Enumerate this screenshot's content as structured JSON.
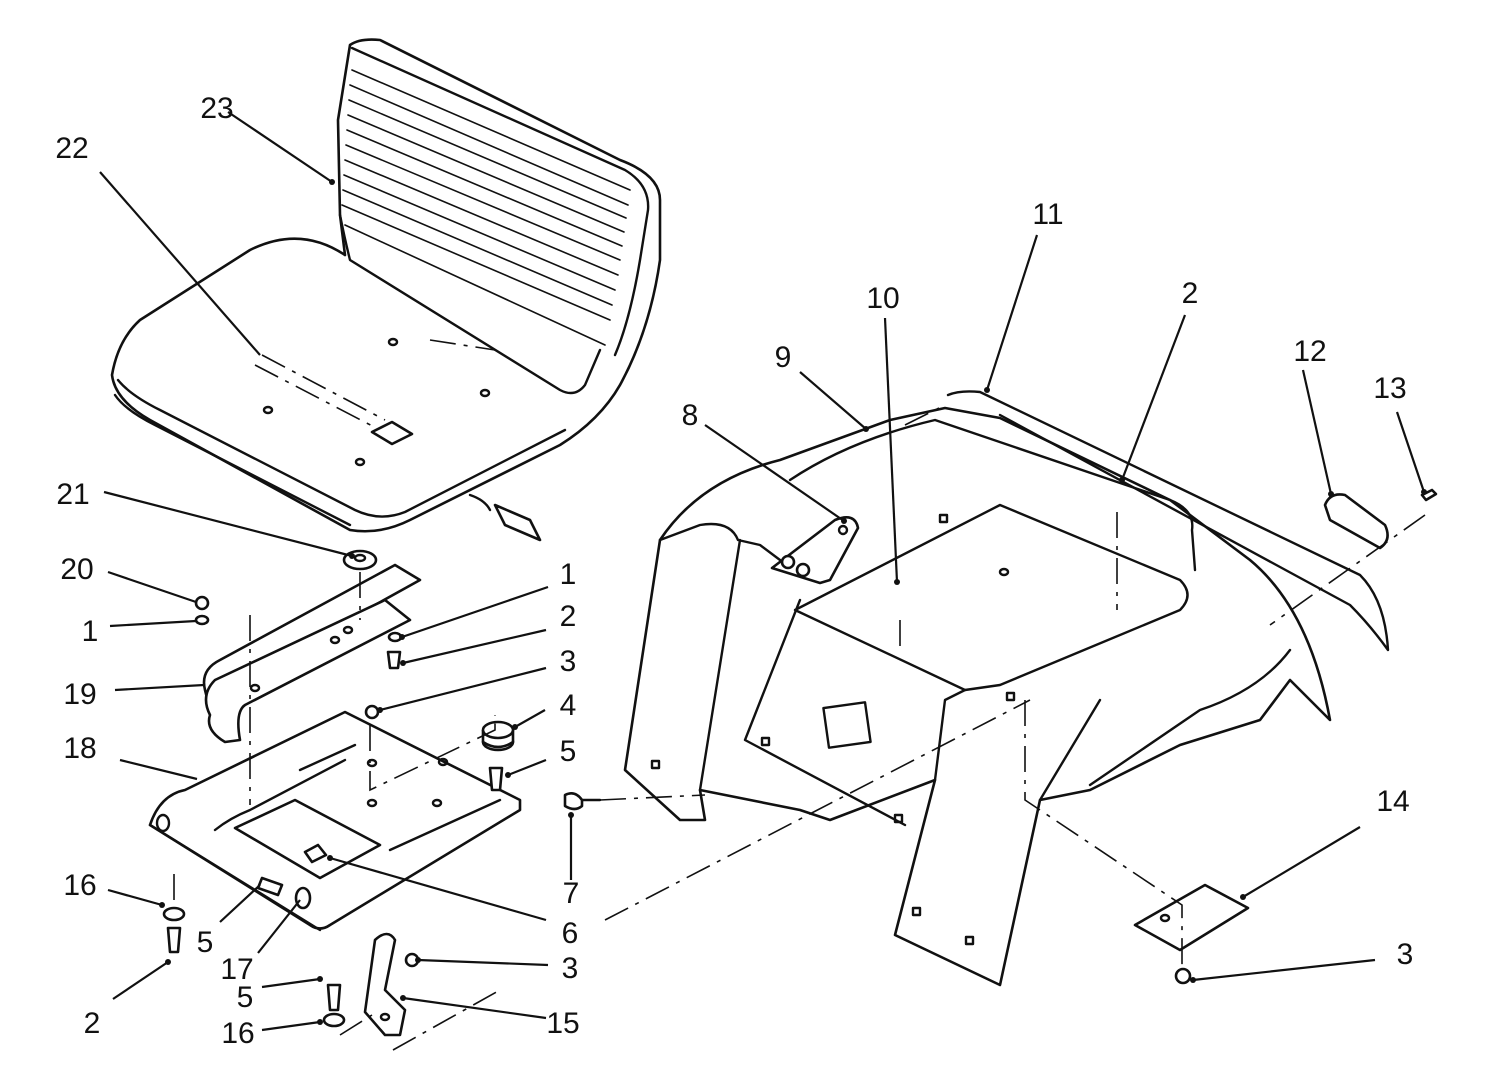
{
  "callouts": {
    "c1a": "1",
    "c1b": "1",
    "c2a": "2",
    "c2b": "2",
    "c2c": "2",
    "c3a": "3",
    "c3b": "3",
    "c3c": "3",
    "c4": "4",
    "c5a": "5",
    "c5b": "5",
    "c5c": "5",
    "c6": "6",
    "c7": "7",
    "c8": "8",
    "c9": "9",
    "c10": "10",
    "c11": "11",
    "c12": "12",
    "c13": "13",
    "c14": "14",
    "c15": "15",
    "c16a": "16",
    "c16b": "16",
    "c17": "17",
    "c18": "18",
    "c19": "19",
    "c20": "20",
    "c21": "21",
    "c22": "22",
    "c23": "23"
  }
}
